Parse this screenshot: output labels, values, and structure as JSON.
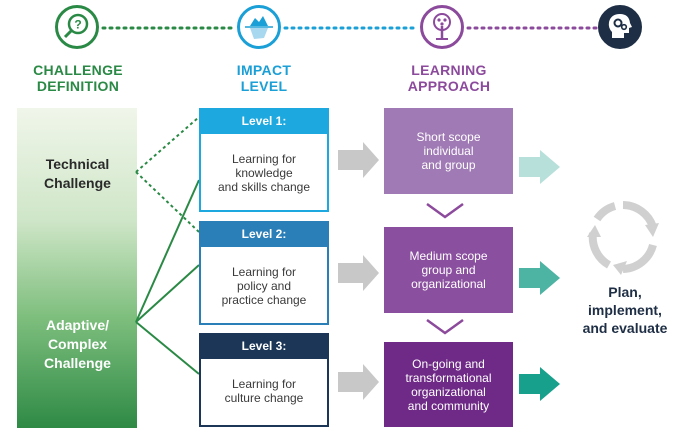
{
  "columns": {
    "challenge": {
      "line1": "CHALLENGE",
      "line2": "DEFINITION",
      "color": "#2a8a45"
    },
    "impact": {
      "line1": "IMPACT",
      "line2": "LEVEL",
      "color": "#1a9fd6"
    },
    "learning": {
      "line1": "LEARNING",
      "line2": "APPROACH",
      "color": "#8c4a9c"
    }
  },
  "icons": [
    "magnifier-question-icon",
    "iceberg-icon",
    "tree-icon",
    "head-gears-icon"
  ],
  "challenges": {
    "technical": "Technical\nChallenge",
    "adaptive": "Adaptive/\nComplex\nChallenge"
  },
  "levels": [
    {
      "title": "Level 1:",
      "text": "Learning for\nknowledge\nand skills change",
      "color": "#1da8df"
    },
    {
      "title": "Level 2:",
      "text": "Learning for\npolicy and\npractice change",
      "color": "#2b7fb8"
    },
    {
      "title": "Level 3:",
      "text": "Learning for\nculture change",
      "color": "#1c3657"
    }
  ],
  "approaches": [
    {
      "text": "Short scope\nindividual\nand group",
      "color": "#a07ab5"
    },
    {
      "text": "Medium scope\ngroup and\norganizational",
      "color": "#8b4f9f"
    },
    {
      "text": "On-going and\ntransformational\norganizational\nand community",
      "color": "#6e2a86"
    }
  ],
  "evaluate": {
    "label": "Plan,\nimplement,\nand evaluate",
    "icon": "cycle-arrows-icon"
  }
}
